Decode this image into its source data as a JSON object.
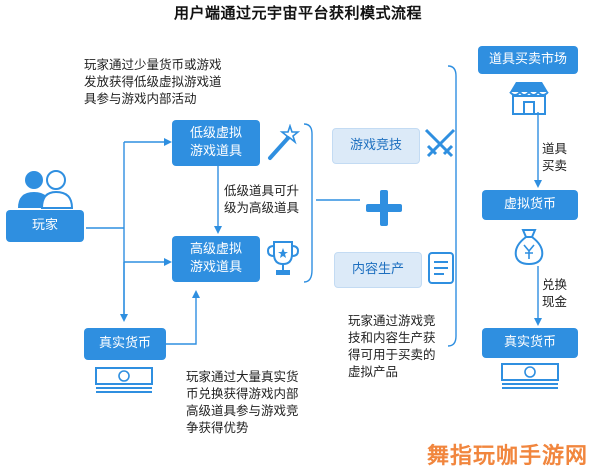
{
  "title": "用户端通过元宇宙平台获利模式流程",
  "player": {
    "label": "玩家"
  },
  "notes": {
    "top_left": [
      "玩家通过少量货币或游戏",
      "发放获得低级虚拟游戏道",
      "具参与游戏内部活动"
    ],
    "upgrade": [
      "低级道具可升",
      "级为高级道具"
    ],
    "bottom_left": [
      "玩家通过大量真实货",
      "币兑换获得游戏内部",
      "高级道具参与游戏竞",
      "争获得优势"
    ],
    "middle_bottom": [
      "玩家通过游戏竞",
      "技和内容生产获",
      "得可用于买卖的",
      "虚拟产品"
    ]
  },
  "boxes": {
    "low_item": [
      "低级虚拟",
      "游戏道具"
    ],
    "high_item": [
      "高级虚拟",
      "游戏道具"
    ],
    "real_currency_left": "真实货币",
    "game_competition": "游戏竞技",
    "content_production": "内容生产",
    "market": "道具买卖市场",
    "virtual_currency": "虚拟货币",
    "real_currency_right": "真实货币"
  },
  "labels": {
    "trade": [
      "道具",
      "买卖"
    ],
    "exchange": [
      "兑换",
      "现金"
    ],
    "plus": "+"
  },
  "watermark": "舞指玩咖手游网",
  "colors": {
    "primary": "#2f8fe0",
    "light": "#dceaf8",
    "line": "#2f8fe0"
  }
}
